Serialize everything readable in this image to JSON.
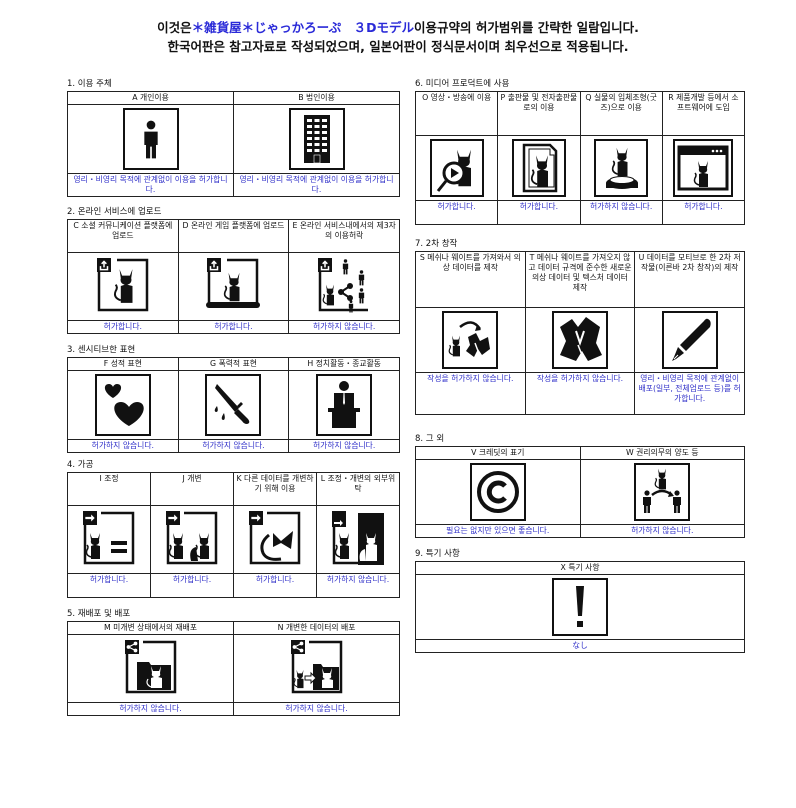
{
  "header": {
    "line1_prefix": "이것은",
    "line1_brand": "＊雑貨屋＊じゃっかろーぷ　３Dモデル",
    "line1_suffix": "이용규약의 허가범위를 간략한 일람입니다.",
    "line2": "한국어판은 참고자료로 작성되었으며, 일본어판이 정식문서이며 최우선으로 적용됩니다."
  },
  "colors": {
    "result_text": "#2f2fc8",
    "brand_text": "#2a2ad8",
    "border": "#222222"
  },
  "sections": {
    "s1": {
      "title": "1. 이용 주체",
      "items": [
        {
          "label": "A 개인이용",
          "icon": "person-icon",
          "result": "영리・비영리 목적에 관계없이 이용을 허가합니다."
        },
        {
          "label": "B 법인이용",
          "icon": "building-icon",
          "result": "영리・비영리 목적에 관계없이 이용을 허가합니다."
        }
      ]
    },
    "s2": {
      "title": "2. 온라인 서비스에 업로드",
      "items": [
        {
          "label": "C 소셜 커뮤니케이션 플랫폼에 업로드",
          "icon": "upload-social-icon",
          "result": "허가합니다."
        },
        {
          "label": "D 온라인 게임 플랫폼에 업로드",
          "icon": "upload-game-icon",
          "result": "허가합니다."
        },
        {
          "label": "E 온라인 서비스내에서의 제3자의 이용허락",
          "icon": "upload-share-icon",
          "result": "허가하지 않습니다."
        }
      ]
    },
    "s3": {
      "title": "3. 센시티브한 표현",
      "items": [
        {
          "label": "F 성적 표현",
          "icon": "hearts-icon",
          "result": "허가하지 않습니다."
        },
        {
          "label": "G 폭력적 표현",
          "icon": "knife-icon",
          "result": "허가하지 않습니다."
        },
        {
          "label": "H 정치활동・종교활동",
          "icon": "podium-icon",
          "result": "허가하지 않습니다."
        }
      ]
    },
    "s4": {
      "title": "4. 가공",
      "items": [
        {
          "label": "I 조정",
          "icon": "adjust-icon",
          "result": "허가합니다."
        },
        {
          "label": "J 개변",
          "icon": "modify-icon",
          "result": "허가합니다."
        },
        {
          "label": "K 다른 데이터를 개변하기 위해 이용",
          "icon": "parts-icon",
          "result": "허가합니다."
        },
        {
          "label": "L 조정・개변의 외부위탁",
          "icon": "outsource-icon",
          "result": "허가하지 않습니다."
        }
      ]
    },
    "s5": {
      "title": "5. 재배포 및 배포",
      "items": [
        {
          "label": "M 미개변 상태에서의 재배포",
          "icon": "redistribute-icon",
          "result": "허가하지 않습니다."
        },
        {
          "label": "N 개변한 데이터의 배포",
          "icon": "distribute-modified-icon",
          "result": "허가하지 않습니다."
        }
      ]
    },
    "s6": {
      "title": "6. 미디어 프로덕트에 사용",
      "items": [
        {
          "label": "O 영상・방송에 이용",
          "icon": "video-icon",
          "result": "허가합니다."
        },
        {
          "label": "P 출판물 및 전자출판물로의 이용",
          "icon": "publication-icon",
          "result": "허가합니다."
        },
        {
          "label": "Q 실물의 입체조형(굿즈)으로 이용",
          "icon": "figure-icon",
          "result": "허가하지 않습니다."
        },
        {
          "label": "R 제품개발 등에서 소프트웨어에 도입",
          "icon": "software-icon",
          "result": "허가합니다."
        }
      ]
    },
    "s7": {
      "title": "7. 2차 창작",
      "items": [
        {
          "label": "S 메쉬나 웨이트를 가져와서 의상 데이터를 제작",
          "icon": "clothing-from-mesh-icon",
          "result": "작성을 허가하지 않습니다."
        },
        {
          "label": "T 메쉬나 웨이트를 가져오지 않고 데이터 규격에 준수한 새로운 의상 데이터 및 텍스처 데이터 제작",
          "icon": "clothing-icon",
          "result": "작성을 허가하지 않습니다."
        },
        {
          "label": "U 데이터를 모티브로 한 2차 저작물(이른바 2차 창작)의 제작",
          "icon": "pen-icon",
          "result": "영리・비영리 목적에 관계없이 배포(일부, 전체업로드 등)를 허가합니다."
        }
      ]
    },
    "s8": {
      "title": "8. 그 외",
      "items": [
        {
          "label": "V 크레딧의 표기",
          "icon": "copyright-icon",
          "result": "필요는 없지만 있으면 좋습니다."
        },
        {
          "label": "W 권리의무의 양도 등",
          "icon": "transfer-icon",
          "result": "허가하지 않습니다."
        }
      ]
    },
    "s9": {
      "title": "9. 특기 사항",
      "items": [
        {
          "label": "X 특기 사항",
          "icon": "exclamation-icon",
          "result": "なし"
        }
      ]
    }
  }
}
